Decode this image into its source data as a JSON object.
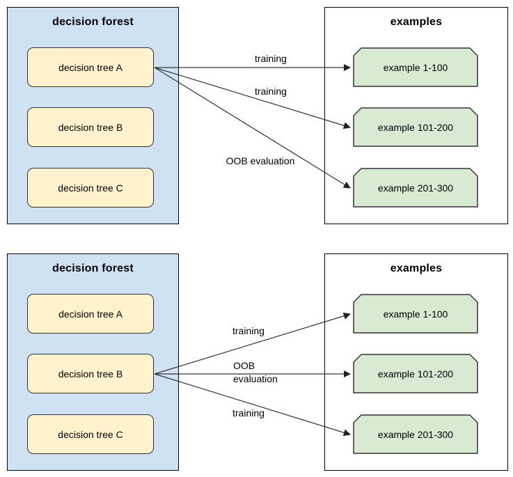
{
  "diagram": {
    "panels": [
      {
        "forest": {
          "title": "decision forest",
          "trees": [
            "decision tree A",
            "decision tree B",
            "decision tree C"
          ]
        },
        "examples": {
          "title": "examples",
          "items": [
            "example 1-100",
            "example 101-200",
            "example 201-300"
          ]
        },
        "arrows": [
          {
            "from": "decision tree A",
            "to": "example 1-100",
            "label": "training"
          },
          {
            "from": "decision tree A",
            "to": "example 101-200",
            "label": "training"
          },
          {
            "from": "decision tree A",
            "to": "example 201-300",
            "label": "OOB evaluation"
          }
        ]
      },
      {
        "forest": {
          "title": "decision forest",
          "trees": [
            "decision tree A",
            "decision tree B",
            "decision tree C"
          ]
        },
        "examples": {
          "title": "examples",
          "items": [
            "example 1-100",
            "example 101-200",
            "example 201-300"
          ]
        },
        "arrows": [
          {
            "from": "decision tree B",
            "to": "example 1-100",
            "label": "training"
          },
          {
            "from": "decision tree B",
            "to": "example 101-200",
            "label": "OOB evaluation"
          },
          {
            "from": "decision tree B",
            "to": "example 201-300",
            "label": "training"
          }
        ]
      }
    ]
  },
  "colors": {
    "forest_fill": "#cfe2f3",
    "tree_fill": "#fff2cc",
    "example_fill": "#d9ead3",
    "container_border": "#000000",
    "node_border": "#333333",
    "arrow": "#333333",
    "text": "#000000"
  }
}
